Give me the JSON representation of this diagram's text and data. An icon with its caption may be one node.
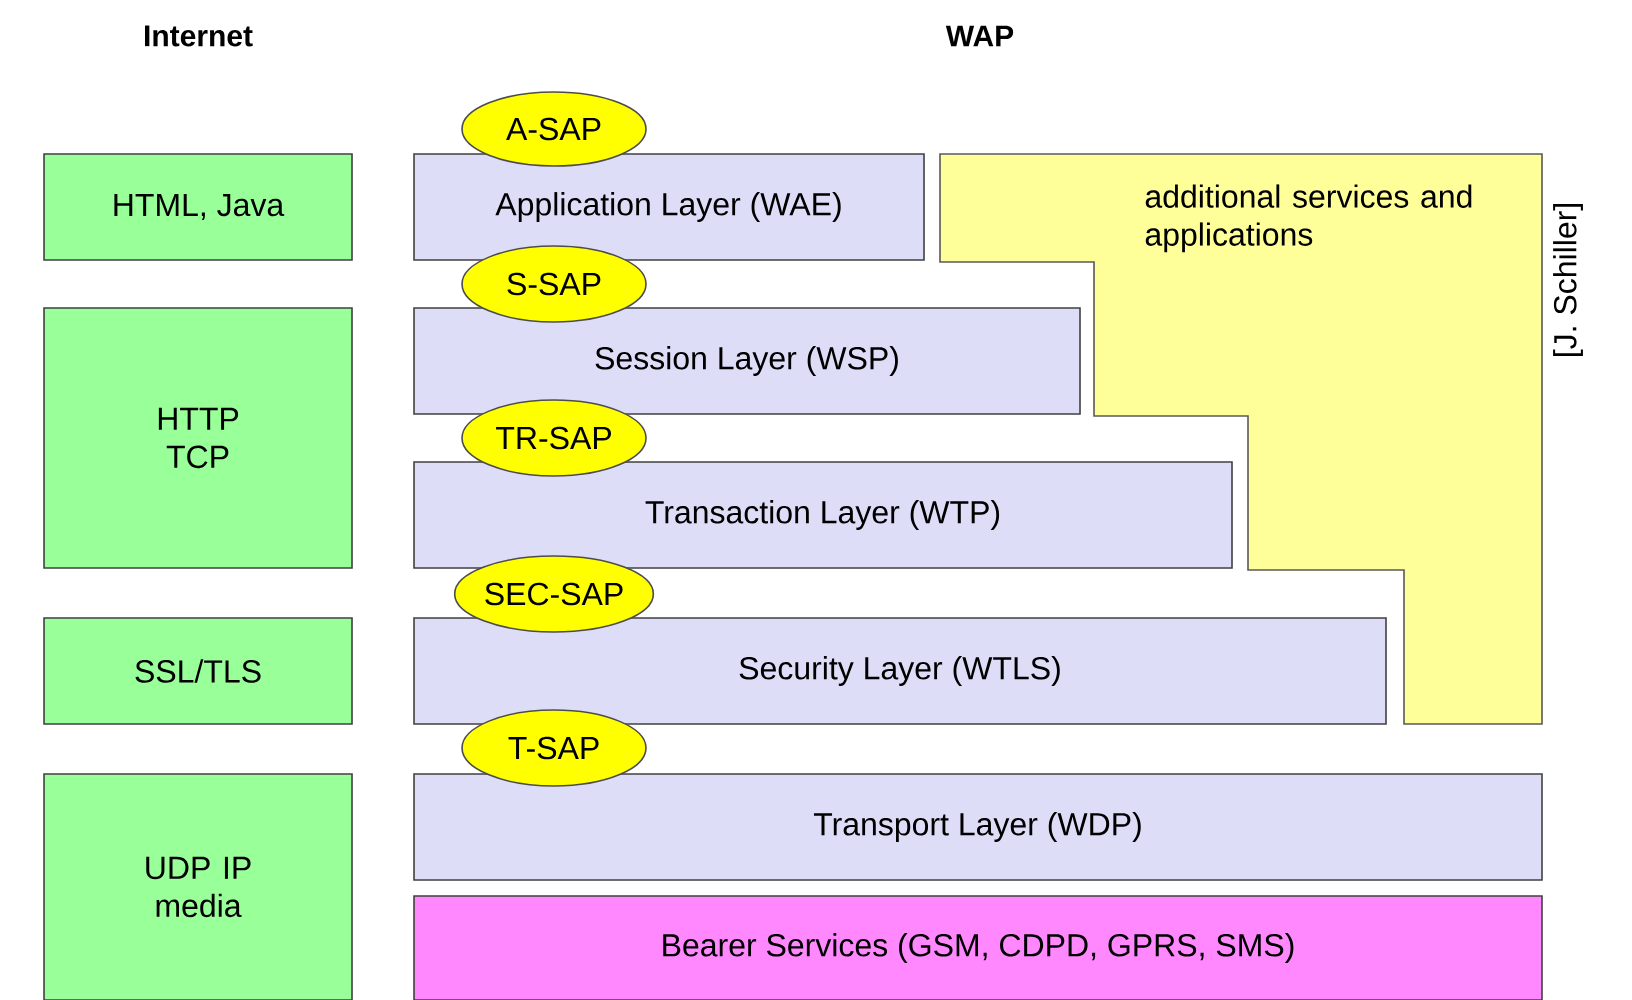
{
  "diagram": {
    "nodes": [
      {
        "text": [
          "HTML, Java"
        ]
      },
      {
        "text": [
          "HTTP TCP"
        ]
      },
      {
        "text": [
          "SSL/TLS"
        ]
      },
      {
        "text": [
          "UDP IP media"
        ]
      },
      {
        "text": [
          "A-SAP"
        ]
      },
      {
        "text": [
          "Application Layer (WAE)"
        ]
      },
      {
        "text": [
          "additional services and applications"
        ]
      },
      {
        "text": [
          "S-SAP"
        ]
      },
      {
        "text": [
          "Session Layer (WSP)"
        ]
      },
      {
        "text": [
          "TR-SAP"
        ]
      },
      {
        "text": [
          "Transaction Layer (WTP)"
        ]
      },
      {
        "text": [
          "SEC-SAP"
        ]
      },
      {
        "text": [
          "Security Layer (WTLS)"
        ]
      },
      {
        "text": [
          "T-SAP"
        ]
      },
      {
        "text": [
          "Transport Layer (WDP)"
        ]
      },
      {
        "text": [
          "Bearer Services  (GSM, CDPD, GPRS, SMS)"
        ]
      }
    ],
    "labels": [
      "Internet",
      "WAP",
      "[J. Schiller]"
    ]
  }
}
